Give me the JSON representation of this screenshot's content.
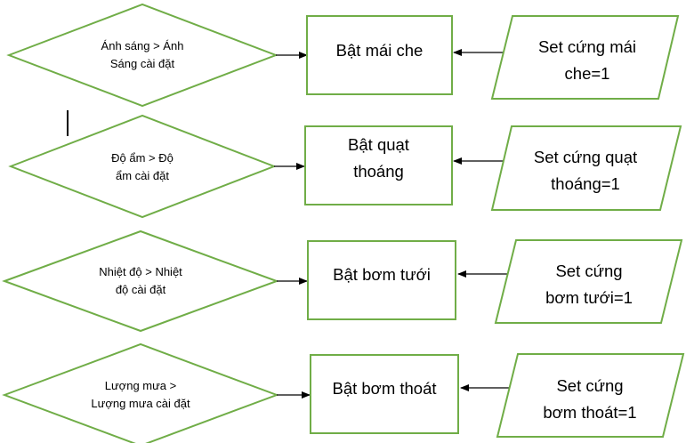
{
  "colors": {
    "border": "#70ad47",
    "arrow": "#000000",
    "background": "#ffffff"
  },
  "rows": [
    {
      "condition": "Ánh sáng > Ánh\nSáng cài đặt",
      "action": "Bật mái che",
      "setting": "Set cứng mái\nche=1"
    },
    {
      "condition": "Độ ẩm > Độ\nẩm cài đặt",
      "action": "Bật quạt\nthoáng",
      "setting": "Set cứng quạt\nthoáng=1"
    },
    {
      "condition": "Nhiệt độ > Nhiệt\nđộ cài đặt",
      "action": "Bật bơm tưới",
      "setting": "Set cứng\nbơm tưới=1"
    },
    {
      "condition": "Lượng mưa >\nLượng mưa cài đặt",
      "action": "Bật bơm thoát",
      "setting": "Set cứng\nbơm thoát=1"
    }
  ]
}
